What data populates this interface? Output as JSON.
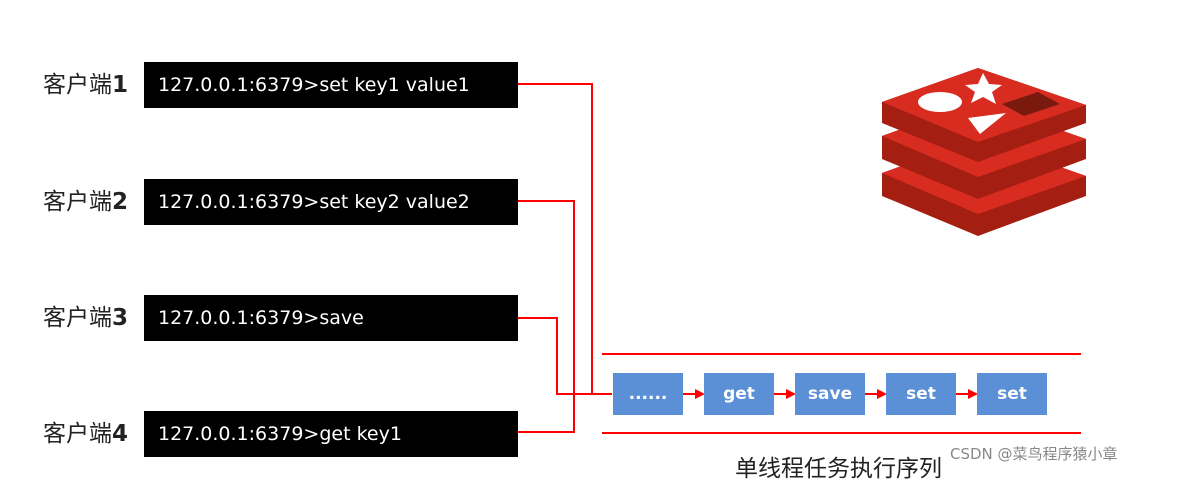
{
  "clients": [
    {
      "label": "客户端",
      "number": "1",
      "command": "127.0.0.1:6379>set key1 value1"
    },
    {
      "label": "客户端",
      "number": "2",
      "command": "127.0.0.1:6379>set key2 value2"
    },
    {
      "label": "客户端",
      "number": "3",
      "command": "127.0.0.1:6379>save"
    },
    {
      "label": "客户端",
      "number": "4",
      "command": "127.0.0.1:6379>get key1"
    }
  ],
  "queue": {
    "tasks": [
      "......",
      "get",
      "save",
      "set",
      "set"
    ],
    "caption": "单线程任务执行序列"
  },
  "watermark": "CSDN @菜鸟程序猿小章",
  "colors": {
    "wire": "#ff0000",
    "task": "#5b8fd6",
    "terminal_bg": "#000000",
    "logo_red": "#d82c20"
  },
  "logo": {
    "icon": "redis-logo-icon"
  }
}
